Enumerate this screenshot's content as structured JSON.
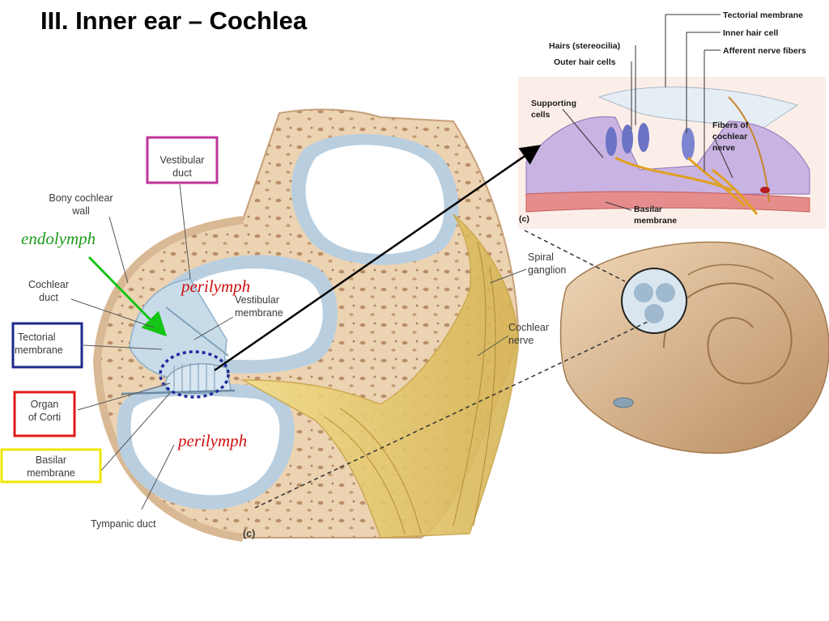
{
  "title": "III. Inner ear – Cochlea",
  "main_labels": {
    "vestibular_duct": [
      "Vestibular",
      "duct"
    ],
    "bony_cochlear_wall": [
      "Bony cochlear",
      "wall"
    ],
    "cochlear_duct": [
      "Cochlear",
      "duct"
    ],
    "tectorial_membrane": [
      "Tectorial",
      "membrane"
    ],
    "organ_of_corti": [
      "Organ",
      "of Corti"
    ],
    "basilar_membrane": [
      "Basilar",
      "membrane"
    ],
    "vestibular_membrane": [
      "Vestibular",
      "membrane"
    ],
    "spiral_ganglion": [
      "Spiral",
      "ganglion"
    ],
    "cochlear_nerve": [
      "Cochlear",
      "nerve"
    ],
    "tympanic_duct": "Tympanic duct",
    "panel_letter": "(c)"
  },
  "annotations": {
    "endolymph": "endolymph",
    "perilymph_upper": "perilymph",
    "perilymph_lower": "perilymph"
  },
  "inset_labels": {
    "tectorial_membrane": "Tectorial membrane",
    "inner_hair_cell": "Inner hair cell",
    "afferent_nerve_fibers": "Afferent nerve fibers",
    "hairs": "Hairs (stereocilia)",
    "outer_hair_cells": "Outer hair cells",
    "supporting_cells": [
      "Supporting",
      "cells"
    ],
    "fibers_of_cochlear_nerve": [
      "Fibers of",
      "cochlear",
      "nerve"
    ],
    "basilar_membrane": [
      "Basilar",
      "membrane"
    ],
    "panel_letter": "(c)"
  },
  "colors": {
    "vestibular_box": "#c0359a",
    "tectorial_box": "#1e2a8c",
    "corti_box": "#e01b1b",
    "basilar_box": "#f2e600",
    "endolymph": "#1f9a1f",
    "perilymph": "#d01010",
    "arrow_green": "#16c416",
    "bone": "#ead1b0",
    "duct": "#b9cfe0"
  }
}
